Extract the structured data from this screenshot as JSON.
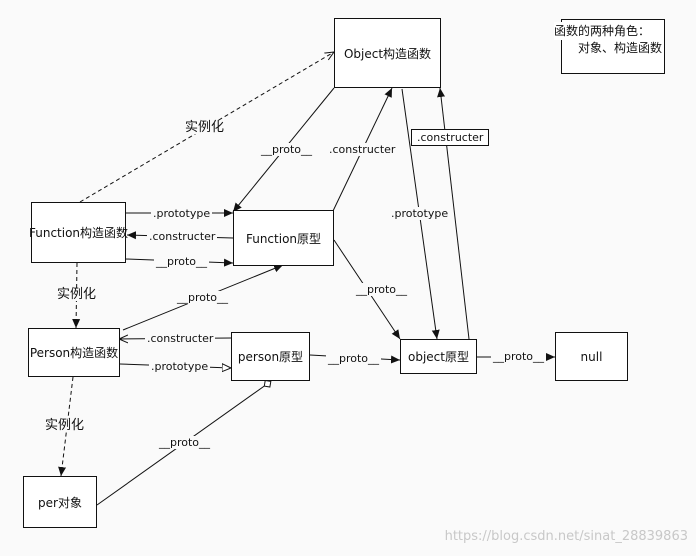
{
  "nodes": {
    "object_ctor": "Object构造函数",
    "function_ctor": "Function构造函数",
    "function_proto": "Function原型",
    "person_ctor": "Person构造函数",
    "person_proto": "person原型",
    "object_proto": "object原型",
    "null_node": "null",
    "per_obj": "per对象"
  },
  "note": {
    "line1": "函数的两种角色：",
    "line2": "对象、构造函数"
  },
  "labels": {
    "instance_1": "实例化",
    "instance_2": "实例化",
    "instance_3": "实例化",
    "proto_1": "__proto__",
    "constructor_1": ".constructer",
    "constructor_2": ".constructer",
    "prototype_1": ".prototype",
    "prototype_2": ".prototype",
    "constructor_3": ".constructer",
    "proto_2": "__proto__",
    "proto_3": "__proto__",
    "proto_4": "__proto__",
    "constructor_4": ".constructer",
    "prototype_3": ".prototype",
    "proto_5": "__proto__",
    "proto_6": "__proto__",
    "proto_7": "__proto__"
  },
  "watermark": "https://blog.csdn.net/sinat_28839863"
}
